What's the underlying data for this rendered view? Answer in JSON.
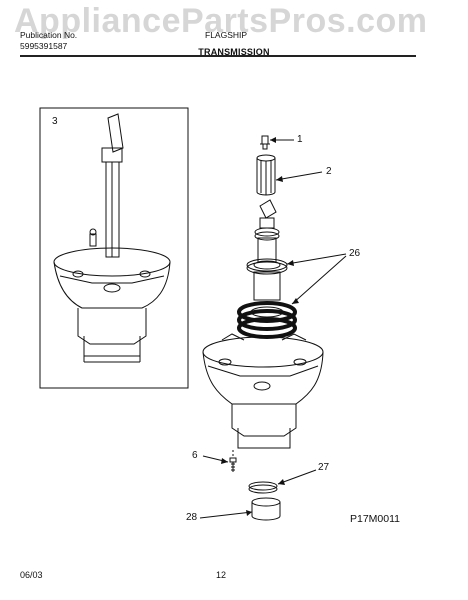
{
  "watermark": "AppliancePartsPros.com",
  "header": {
    "publication_label": "Publication No.",
    "publication_number": "5995391587",
    "brand": "FLAGSHIP",
    "section_title": "TRANSMISSION"
  },
  "callouts": {
    "inset": "3",
    "c1": "1",
    "c2": "2",
    "c26": "26",
    "c6": "6",
    "c27": "27",
    "c28": "28"
  },
  "figure_id": "P17M0011",
  "footer": {
    "date": "06/03",
    "page": "12"
  }
}
